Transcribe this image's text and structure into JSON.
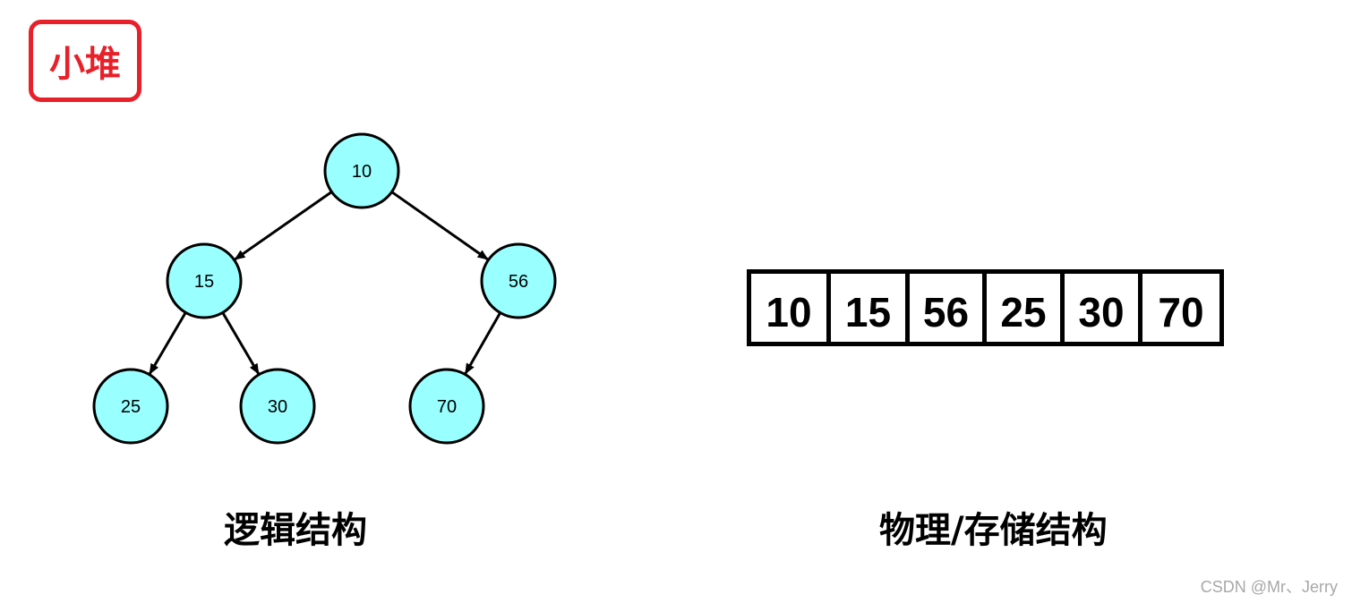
{
  "badge": {
    "text": "小堆",
    "color": "#e8202a"
  },
  "tree": {
    "node_fill": "#99ffff",
    "nodes": [
      {
        "id": "n10",
        "label": "10"
      },
      {
        "id": "n15",
        "label": "15"
      },
      {
        "id": "n56",
        "label": "56"
      },
      {
        "id": "n25",
        "label": "25"
      },
      {
        "id": "n30",
        "label": "30"
      },
      {
        "id": "n70",
        "label": "70"
      }
    ],
    "edges": [
      {
        "from": "n10",
        "to": "n15"
      },
      {
        "from": "n10",
        "to": "n56"
      },
      {
        "from": "n15",
        "to": "n25"
      },
      {
        "from": "n15",
        "to": "n30"
      },
      {
        "from": "n56",
        "to": "n70"
      }
    ]
  },
  "array": {
    "values": [
      "10",
      "15",
      "56",
      "25",
      "30",
      "70"
    ]
  },
  "captions": {
    "logical": "逻辑结构",
    "physical": "物理/存储结构"
  },
  "watermark": "CSDN @Mr、Jerry"
}
